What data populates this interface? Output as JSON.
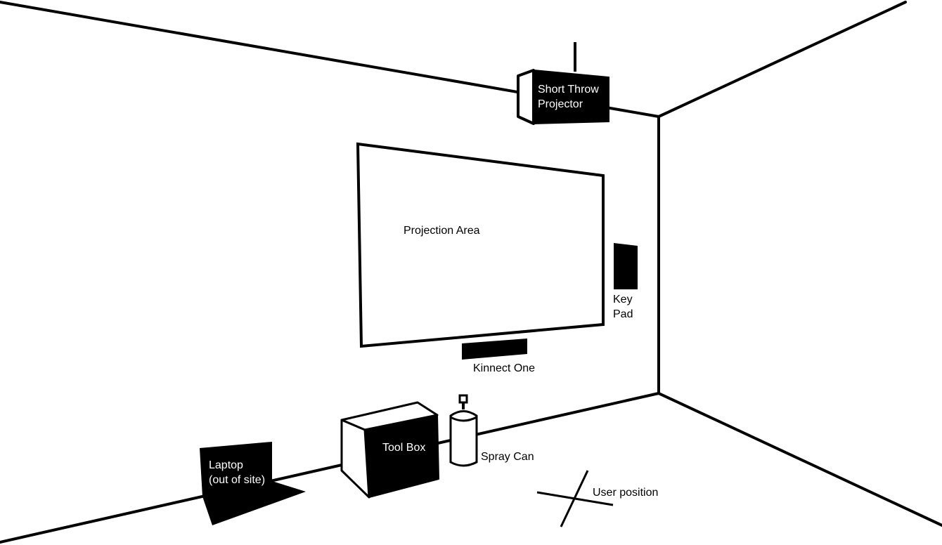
{
  "labels": {
    "projector_line1": "Short Throw",
    "projector_line2": "Projector",
    "projection_area": "Projection Area",
    "keypad_line1": "Key",
    "keypad_line2": "Pad",
    "kinect": "Kinnect One",
    "toolbox": "Tool Box",
    "spray_can": "Spray Can",
    "laptop_line1": "Laptop",
    "laptop_line2": "(out of site)",
    "user_position": "User position"
  },
  "colors": {
    "ink": "#000000",
    "paper": "#ffffff"
  }
}
